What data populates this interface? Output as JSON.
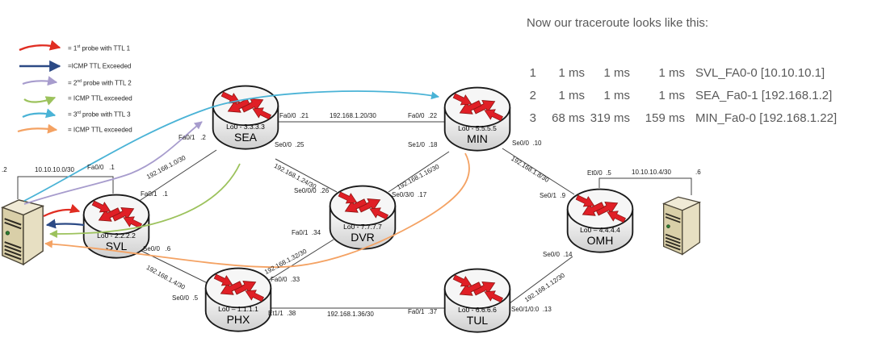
{
  "legend": {
    "items": [
      {
        "pre": "= 1",
        "sup": "st",
        "rest": " probe with TTL 1",
        "color": "#e02d22"
      },
      {
        "pre": "=ICMP TTL Exceeded",
        "sup": "",
        "rest": "",
        "color": "#2c4a85"
      },
      {
        "pre": "= 2",
        "sup": "nd",
        "rest": " probe with TTL 2",
        "color": "#a79ccd"
      },
      {
        "pre": "= ICMP TTL exceeded",
        "sup": "",
        "rest": "",
        "color": "#9cc25c"
      },
      {
        "pre": "= 3",
        "sup": "rd",
        "rest": " probe with TTL 3",
        "color": "#4ab3d6"
      },
      {
        "pre": "= ICMP TTL exceeded",
        "sup": "",
        "rest": "",
        "color": "#f4a263"
      }
    ]
  },
  "traceroute": {
    "title": "Now our traceroute looks like this:",
    "rows": [
      {
        "hop": "1",
        "t1": "1 ms",
        "t2": "1 ms",
        "t3": "1 ms",
        "host": "SVL_FA0-0 [10.10.10.1]"
      },
      {
        "hop": "2",
        "t1": "1 ms",
        "t2": "1 ms",
        "t3": "1 ms",
        "host": "SEA_Fa0-1 [192.168.1.2]"
      },
      {
        "hop": "3",
        "t1": "68 ms",
        "t2": "319 ms",
        "t3": "159 ms",
        "host": "MIN_Fa0-0 [192.168.1.22]"
      }
    ]
  },
  "routers": {
    "sea": {
      "loopback": "Lo0 - 3.3.3.3",
      "name": "SEA"
    },
    "min": {
      "loopback": "Lo0 - 5.5.5.5",
      "name": "MIN"
    },
    "svl": {
      "loopback": "Lo0 - 2.2.2.2",
      "name": "SVL"
    },
    "dvr": {
      "loopback": "Lo0 - 7.7.7.7",
      "name": "DVR"
    },
    "phx": {
      "loopback": "Lo0 – 1.1.1.1",
      "name": "PHX"
    },
    "tul": {
      "loopback": "Lo0 - 6.6.6.6",
      "name": "TUL"
    },
    "omh": {
      "loopback": "Lo0 – 4.4.4.4",
      "name": "OMH"
    }
  },
  "hosts": {
    "pc_left_ip": ".2",
    "pc_right_ip": ".6"
  },
  "ifaces": {
    "svl_fa00": "Fa0/0   .1",
    "svl_fa01": "Fa0/1   .1",
    "svl_se00": "Se0/0   .6",
    "sea_fa01": "Fa0/1   .2",
    "sea_fa00": "Fa0/0  .21",
    "sea_se00": "Se0/0  .25",
    "min_fa00": "Fa0/0  .22",
    "min_se10": "Se1/0  .18",
    "min_se00": "Se0/0  .10",
    "dvr_se000": "Se0/0/0  .26",
    "dvr_se030": "Se0/3/0  .17",
    "dvr_fa01": "Fa0/1  .34",
    "phx_se00": "Se0/0  .5",
    "phx_fa00": "Fa0/0  .33",
    "phx_et11": "Et1/1  .38",
    "tul_fa01": "Fa0/1  .37",
    "tul_se0100": "Se0/1/0:0  .13",
    "omh_se01": "Se0/1  .9",
    "omh_se00": "Se0/0  .14",
    "omh_et00": "Et0/0  .5"
  },
  "networks": {
    "pc_svl": "10.10.10.0/30",
    "svl_sea": "192.168.1.0/30",
    "sea_min": "192.168.1.20/30",
    "sea_dvr": "192.168.1.24/30",
    "dvr_min": "192.168.1.16/30",
    "min_omh": "192.168.1.8/30",
    "svl_phx": "192.168.1.4/30",
    "phx_dvr": "192.168.1.32/30",
    "phx_tul": "192.168.1.36/30",
    "tul_omh": "192.168.1.12/30",
    "omh_pc": "10.10.10.4/30"
  },
  "colors": {
    "probe1": "#e02d22",
    "icmp1": "#2c4a85",
    "probe2": "#a79ccd",
    "icmp2": "#9cc25c",
    "probe3": "#4ab3d6",
    "icmp3": "#f4a263",
    "router_arrow": "#e01f26",
    "link_line": "#404040",
    "trace_text": "#595959"
  },
  "icons": {
    "router": "cisco-router-icon",
    "host": "tower-pc-icon"
  }
}
